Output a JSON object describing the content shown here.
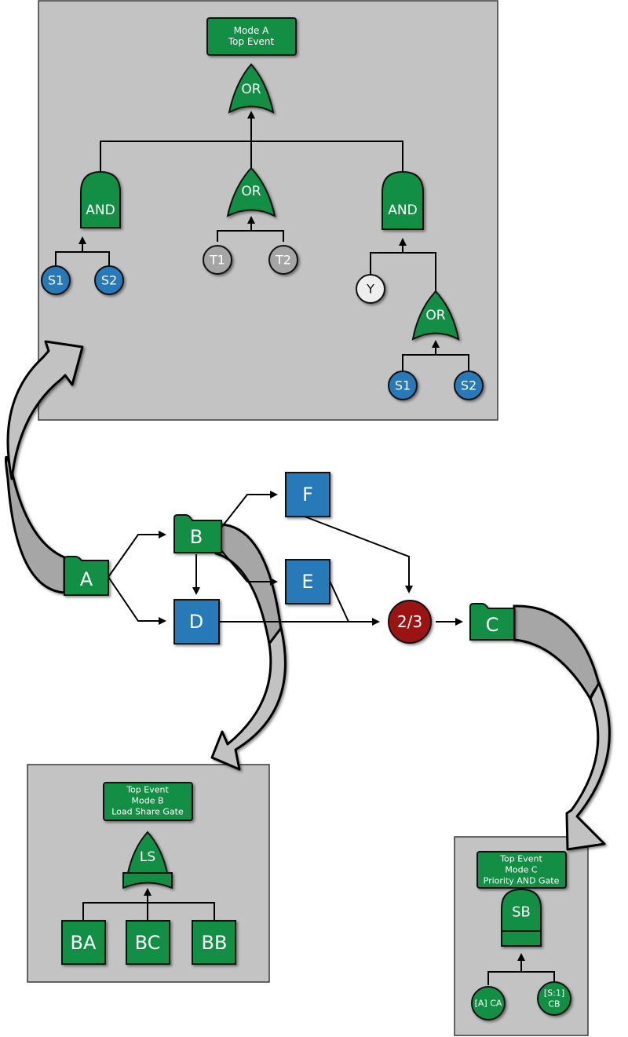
{
  "colors": {
    "panel": "#c3c3c3",
    "gate_green": "#138f45",
    "basic_blue": "#2879b8",
    "undeveloped_gray": "#a5a5a5",
    "house_white": "#eeeeee",
    "vote_red": "#9b1414"
  },
  "mode_a": {
    "top_event": [
      "Mode A",
      "Top Event"
    ],
    "top_gate": "OR",
    "left_gate": "AND",
    "left_inputs": [
      "S1",
      "S2"
    ],
    "center_gate": "OR",
    "center_inputs": [
      "T1",
      "T2"
    ],
    "right_gate": "AND",
    "right_input": "Y",
    "right_sub_gate": "OR",
    "right_sub_inputs": [
      "S1",
      "S2"
    ]
  },
  "flow": {
    "nodes": {
      "A": "A",
      "B": "B",
      "C": "C",
      "D": "D",
      "E": "E",
      "F": "F",
      "vote": "2/3"
    }
  },
  "mode_b": {
    "top_event": [
      "Top Event",
      "Mode B",
      "Load Share Gate"
    ],
    "gate": "LS",
    "inputs": [
      "BA",
      "BC",
      "BB"
    ]
  },
  "mode_c": {
    "top_event": [
      "Top Event",
      "Mode C",
      "Priority AND Gate"
    ],
    "gate": "SB",
    "input_left": "[A] CA",
    "input_right": [
      "[S:1]",
      "CB"
    ]
  }
}
